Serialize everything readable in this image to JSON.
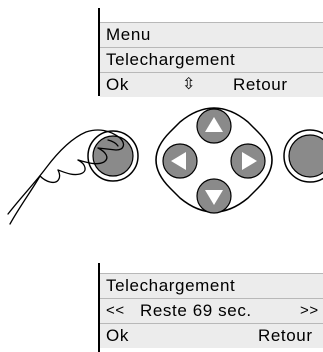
{
  "screen_top": {
    "title": "Menu",
    "item": "Telechargement",
    "left_action": "Ok",
    "center_glyph": "⇳",
    "right_action": "Retour"
  },
  "keypad": {
    "buttons": [
      "ok-button",
      "up-arrow-button",
      "left-arrow-button",
      "right-arrow-button",
      "down-arrow-button",
      "back-button"
    ]
  },
  "screen_bottom": {
    "title": "Telechargement",
    "prev": "<<",
    "message": "Reste 69 sec.",
    "next": ">>",
    "left_action": "Ok",
    "right_action": "Retour"
  }
}
